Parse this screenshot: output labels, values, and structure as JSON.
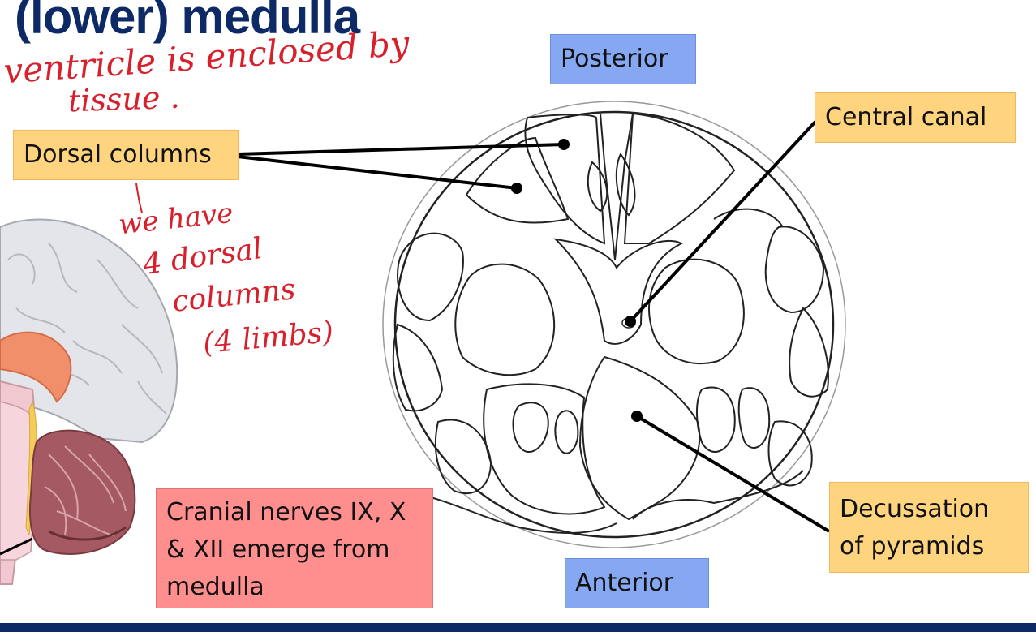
{
  "slide": {
    "title": "(lower) medulla"
  },
  "labels": {
    "posterior": "Posterior",
    "anterior": "Anterior",
    "central_canal": "Central canal",
    "dorsal_columns": "Dorsal columns",
    "decussation": [
      "Decussation",
      "of pyramids"
    ],
    "cranial_nerves": [
      "Cranial nerves IX, X",
      "& XII emerge from",
      "medulla"
    ]
  },
  "annotations": {
    "handwritten_top": [
      "ventricle is enclosed by",
      "tissue ."
    ],
    "handwritten_side": [
      "we have",
      "4 dorsal",
      "columns",
      "(4 limbs)"
    ]
  },
  "colors": {
    "title": "#0d2a66",
    "blue_label": "#86a8f2",
    "yellow_label": "#ffd47f",
    "red_label": "#ff8e8e",
    "handwriting": "#d8202c",
    "bar": "#0d2a66"
  }
}
